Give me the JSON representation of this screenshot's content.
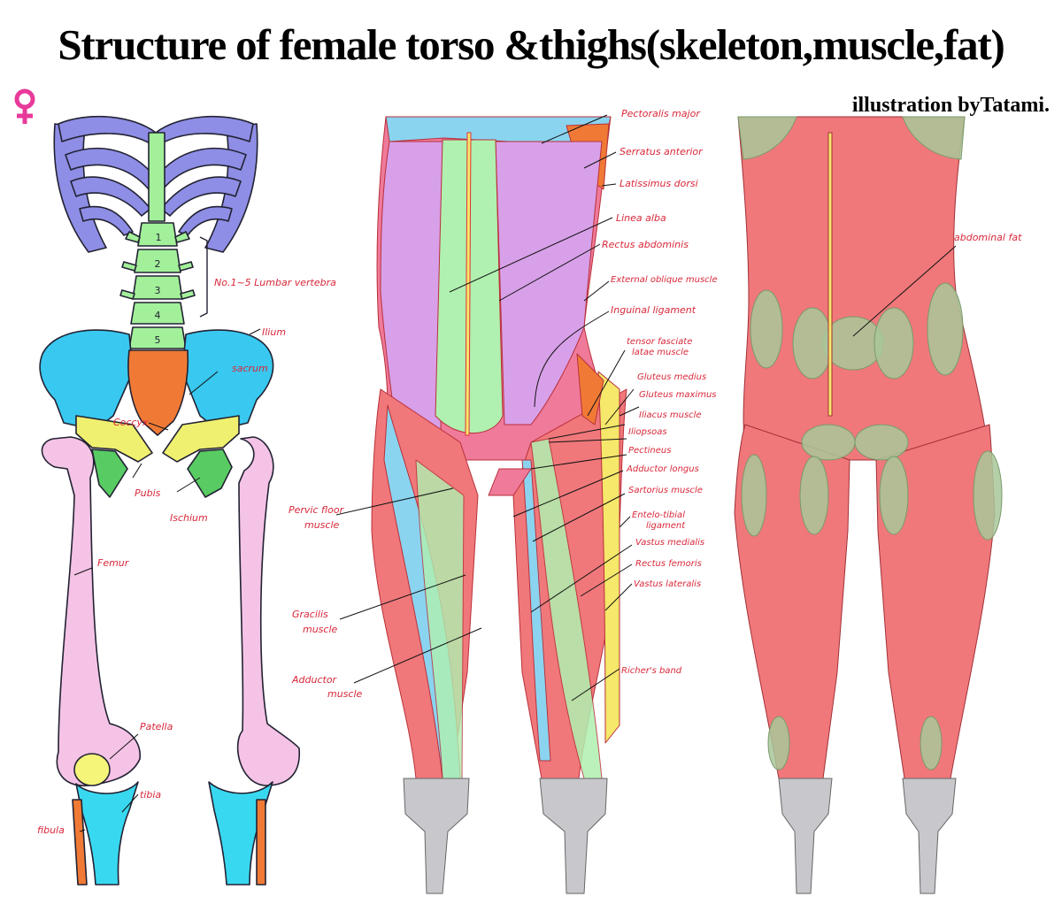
{
  "title": "Structure of female torso &thighs(skeleton,muscle,fat)",
  "credit": "illustration byTatami.",
  "colors": {
    "rib": "#8e8ee6",
    "spine": "#a3f09a",
    "pelvis": "#38c8f0",
    "sacrum": "#f07a35",
    "pubis": "#f0f070",
    "ischium": "#58cc62",
    "femur": "#f5c3e6",
    "tibia": "#38d8f0",
    "fibula": "#f07a35",
    "patella": "#f5f57a",
    "muscle": "#f0787a",
    "fat": "#a8c89a",
    "label": "#d8283a",
    "symbol": "#e83a9a"
  },
  "skeleton": {
    "vertebra_numbers": [
      "1",
      "2",
      "3",
      "4",
      "5"
    ],
    "labels": {
      "lumbar": "No.1~5 Lumbar vertebra",
      "ilium": "Ilium",
      "sacrum": "sacrum",
      "coccyx": "Coccyx",
      "pubis": "Pubis",
      "ischium": "Ischium",
      "femur": "Femur",
      "patella": "Patella",
      "fibula": "fibula",
      "tibia": "tibia"
    }
  },
  "muscles": {
    "labels": {
      "pectoralis_major": "Pectoralis major",
      "serratus_anterior": "Serratus anterior",
      "latissimus_dorsi": "Latissimus dorsi",
      "linea_alba": "Linea alba",
      "rectus_abdominis": "Rectus abdominis",
      "external_oblique": "External oblique muscle",
      "inguinal_ligament": "Inguinal ligament",
      "tensor_fasciae_1": "tensor fasciate",
      "tensor_fasciae_2": "latae muscle",
      "gluteus_medius": "Gluteus medius",
      "gluteus_maximus": "Gluteus maximus",
      "iliacus": "Iliacus muscle",
      "iliopsoas": "Iliopsoas",
      "pectineus": "Pectineus",
      "adductor_longus": "Adductor longus",
      "sartorius": "Sartorius muscle",
      "entelo_tibial_1": "Entelo-tibial",
      "entelo_tibial_2": "ligament",
      "vastus_medialis": "Vastus medialis",
      "rectus_femoris": "Rectus femoris",
      "vastus_lateralis": "Vastus lateralis",
      "richers_band": "Richer's band",
      "pelvic_floor_1": "Pervic floor",
      "pelvic_floor_2": "muscle",
      "gracilis_1": "Gracilis",
      "gracilis_2": "muscle",
      "adductor_muscle_1": "Adductor",
      "adductor_muscle_2": "muscle"
    }
  },
  "fat": {
    "labels": {
      "abdominal_fat": "abdominal fat"
    }
  }
}
